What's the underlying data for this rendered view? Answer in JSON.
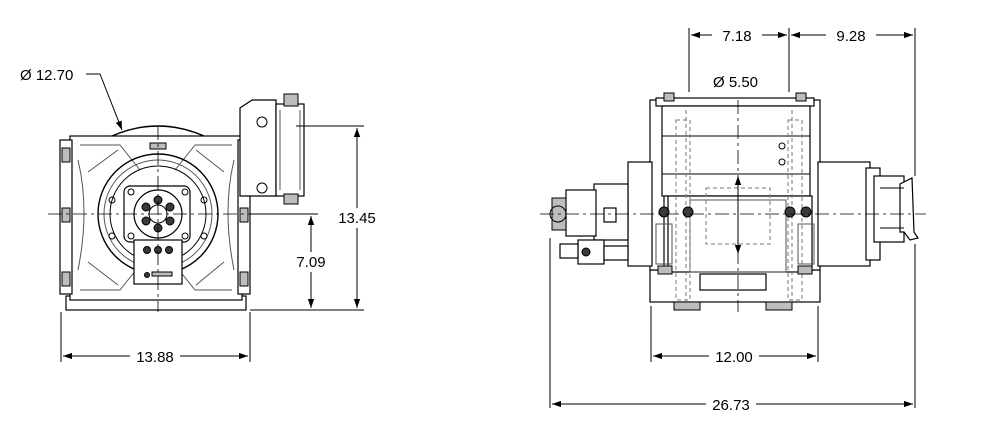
{
  "dimensions": {
    "left_drum_diameter": "Ø 12.70",
    "left_height": "13.45",
    "left_center_height": "7.09",
    "left_width": "13.88",
    "right_upper_left": "7.18",
    "right_upper_right": "9.28",
    "right_drum_diameter": "Ø 5.50",
    "right_base_width": "12.00",
    "right_overall_length": "26.73"
  }
}
